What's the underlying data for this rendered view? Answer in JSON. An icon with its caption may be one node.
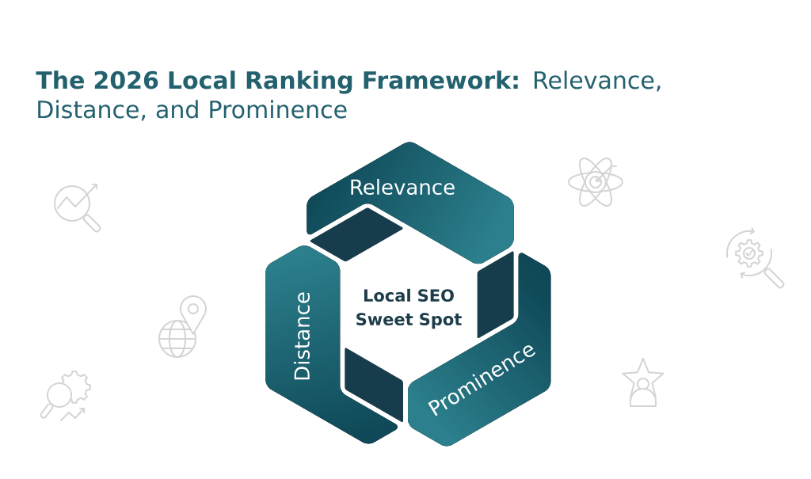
{
  "diagram": {
    "title": "**The 2026 Local Ranking Framework:** Relevance, Distance, and Prominence",
    "nodes": [
      {
        "text": [
          "Relevance"
        ]
      },
      {
        "text": [],
        "shape": "parallelogram"
      },
      {
        "text": [],
        "shape": "parallelogram"
      },
      {
        "text": [
          "Distance"
        ]
      },
      {
        "text": [
          "Local SEO Sweet Spot"
        ]
      },
      {
        "text": [],
        "shape": "parallelogram"
      },
      {
        "text": [
          "Prominence"
        ]
      }
    ]
  }
}
